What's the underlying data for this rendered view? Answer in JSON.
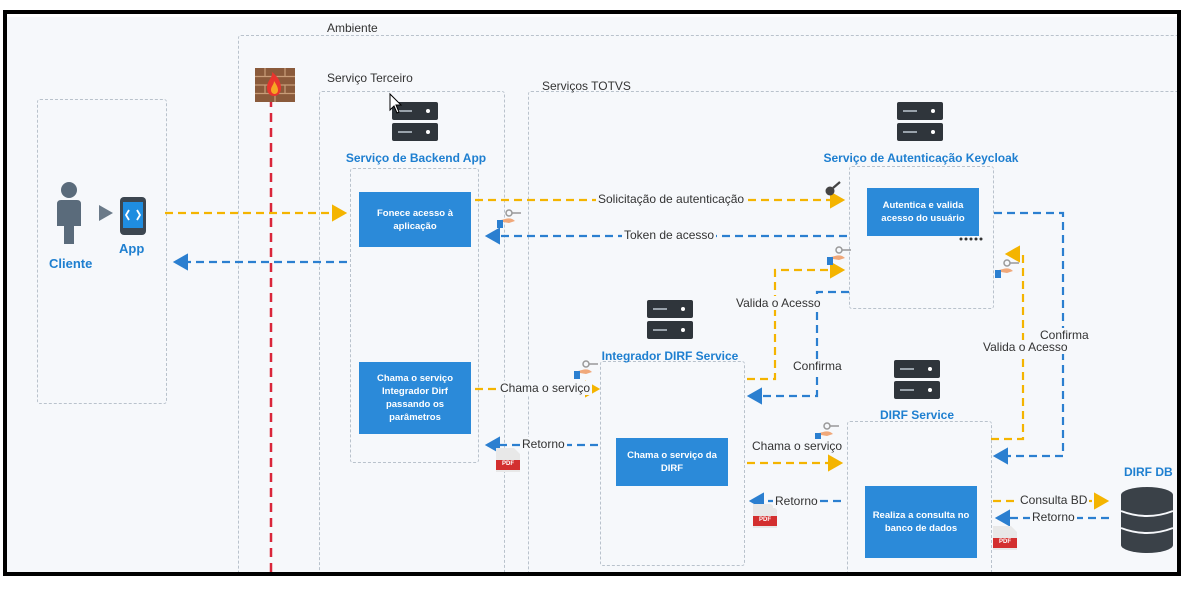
{
  "zones": {
    "ambiente": "Ambiente",
    "terceiro": "Serviço Terceiro",
    "totvs": "Serviços TOTVS"
  },
  "actors": {
    "cliente": "Cliente",
    "app": "App",
    "db": "DIRF DB"
  },
  "services": {
    "backend": "Serviço de Backend App",
    "keycloak": "Serviço de Autenticação Keycloak",
    "integrador": "Integrador DIRF Service",
    "dirf": "DIRF Service"
  },
  "boxes": {
    "fornece": "Fonece acesso à aplicação",
    "chama_integrador": "Chama o serviço Integrador Dirf passando os parâmetros",
    "autentica": "Autentica e valida acesso do usuário",
    "chama_dirf": "Chama o serviço da DIRF",
    "consulta": "Realiza a consulta no banco de dados"
  },
  "flows": {
    "solicitacao": "Solicitação de autenticação",
    "token": "Token de acesso",
    "chama1": "Chama o serviço",
    "retorno1": "Retorno",
    "valida1": "Valida o Acesso",
    "confirma1": "Confirma",
    "chama2": "Chama o serviço",
    "retorno2": "Retorno",
    "valida2": "Valida o Acesso",
    "confirma2": "Confirma",
    "consulta_bd": "Consulta BD",
    "retorno3": "Retorno"
  },
  "colors": {
    "request": "#f4b400",
    "response": "#2b7fd0",
    "firewall_line": "#d9263b",
    "box": "#2b8ad9",
    "title": "#1e7fd0"
  },
  "icons": [
    "user-icon",
    "mobile-app-icon",
    "server-icon",
    "firewall-icon",
    "key-icon",
    "hand-key-icon",
    "lock-icon",
    "pdf-icon",
    "database-icon",
    "cursor-icon"
  ],
  "pdf_label": "PDF"
}
